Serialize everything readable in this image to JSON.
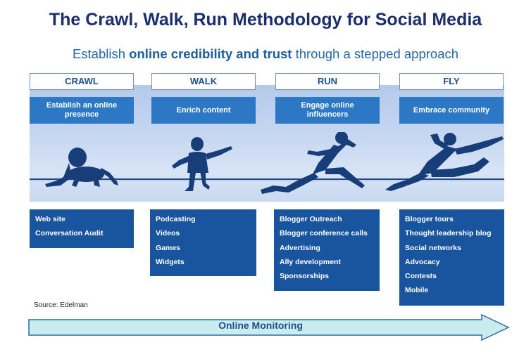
{
  "title": "The Crawl, Walk, Run Methodology for Social Media",
  "subtitle": {
    "before": "Establish ",
    "bold": "online credibility and trust",
    "after": " through a stepped approach"
  },
  "stages": [
    {
      "label": "CRAWL",
      "goal": "Establish an online presence",
      "items": [
        "Web site",
        "Conversation Audit"
      ]
    },
    {
      "label": "WALK",
      "goal": "Enrich content",
      "items": [
        "Podcasting",
        "Videos",
        "Games",
        "Widgets"
      ]
    },
    {
      "label": "RUN",
      "goal": "Engage online influencers",
      "items": [
        "Blogger Outreach",
        "Blogger conference calls",
        "Advertising",
        "Ally development",
        "Sponsorships"
      ]
    },
    {
      "label": "FLY",
      "goal": "Embrace community",
      "items": [
        "Blogger tours",
        "Thought leadership blog",
        "Social networks",
        "Advocacy",
        "Contests",
        "Mobile"
      ]
    }
  ],
  "figures": [
    "baby-crawling-icon",
    "toddler-walking-icon",
    "runner-icon",
    "flying-runner-icon"
  ],
  "source": "Source: Edelman",
  "footer_arrow": "Online Monitoring",
  "colors": {
    "title": "#1b2f6e",
    "subtitle": "#2467a7",
    "goal_box": "#2c78c5",
    "list_box": "#19559e",
    "silhouette": "#183e7a",
    "arrow_fill": "#c9ecef",
    "arrow_stroke": "#2e6ea6"
  }
}
